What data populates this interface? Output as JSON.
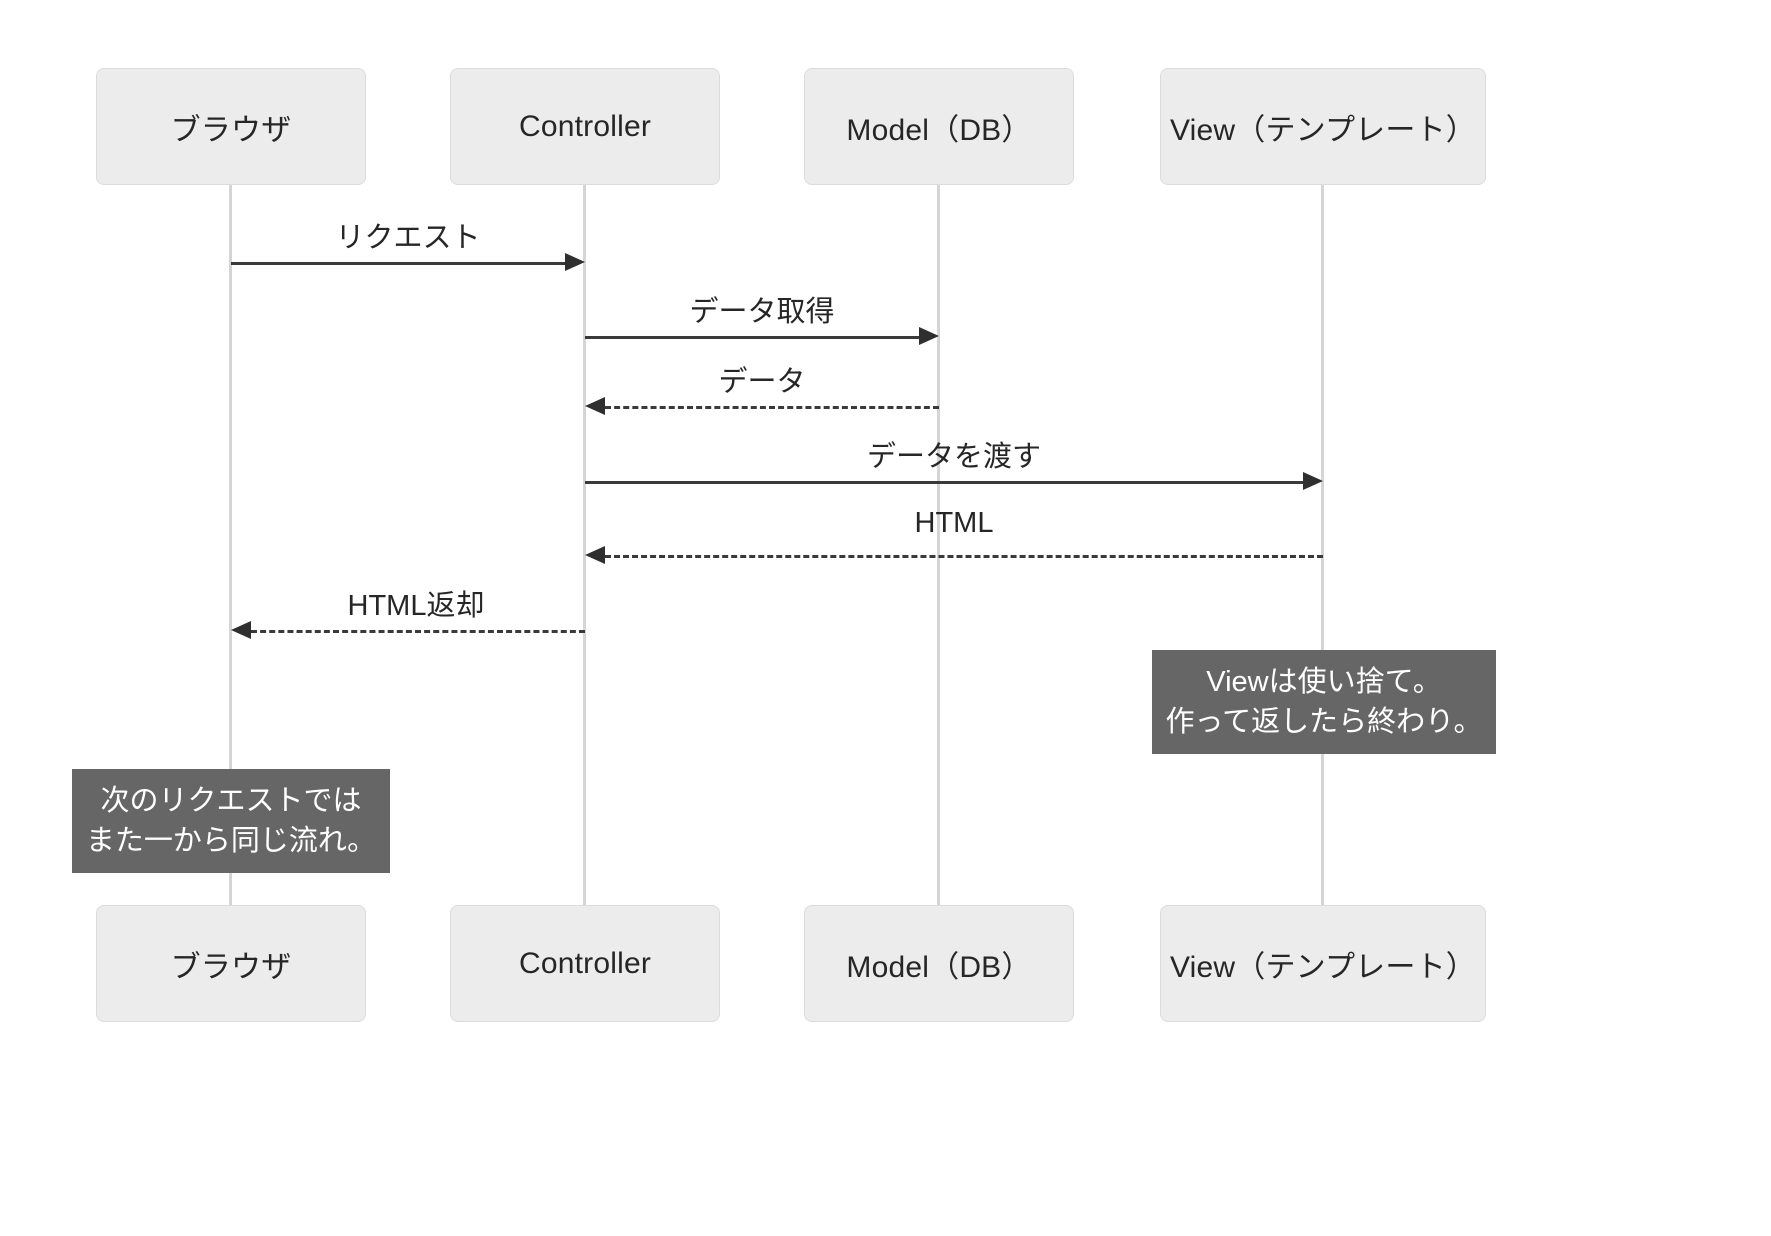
{
  "diagram": {
    "title": "MVC request sequence",
    "background": "#ffffff",
    "participant_fill": "#ececec",
    "participant_text": "#262626",
    "lifeline_color": "#d5d5d5",
    "arrow_color": "#2f2f2f",
    "note_fill": "#666666",
    "note_text": "#ffffff"
  },
  "participants": [
    {
      "id": "browser",
      "label": "ブラウザ"
    },
    {
      "id": "controller",
      "label": "Controller"
    },
    {
      "id": "model",
      "label": "Model（DB）"
    },
    {
      "id": "view",
      "label": "View（テンプレート）"
    }
  ],
  "participants_bottom": [
    {
      "id": "browser",
      "label": "ブラウザ"
    },
    {
      "id": "controller",
      "label": "Controller"
    },
    {
      "id": "model",
      "label": "Model（DB）"
    },
    {
      "id": "view",
      "label": "View（テンプレート）"
    }
  ],
  "messages": [
    {
      "label": "リクエスト",
      "from": "browser",
      "to": "controller",
      "style": "solid",
      "direction": "right"
    },
    {
      "label": "データ取得",
      "from": "controller",
      "to": "model",
      "style": "solid",
      "direction": "right"
    },
    {
      "label": "データ",
      "from": "model",
      "to": "controller",
      "style": "dashed",
      "direction": "left"
    },
    {
      "label": "データを渡す",
      "from": "controller",
      "to": "view",
      "style": "solid",
      "direction": "right"
    },
    {
      "label": "HTML",
      "from": "view",
      "to": "controller",
      "style": "dashed",
      "direction": "left"
    },
    {
      "label": "HTML返却",
      "from": "controller",
      "to": "browser",
      "style": "dashed",
      "direction": "left"
    }
  ],
  "notes": [
    {
      "id": "note-view",
      "attached_to": "view",
      "lines": [
        "Viewは使い捨て。",
        "作って返したら終わり。"
      ]
    },
    {
      "id": "note-browser",
      "attached_to": "browser",
      "lines": [
        "次のリクエストでは",
        "また一から同じ流れ。"
      ]
    }
  ]
}
